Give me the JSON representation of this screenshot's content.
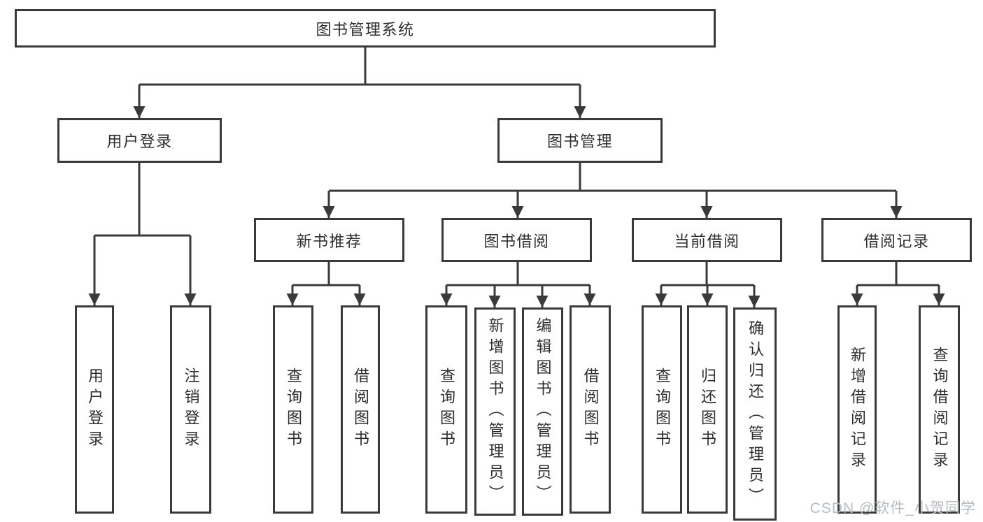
{
  "diagram": {
    "type": "hierarchy-tree",
    "colors": {
      "line": "#3a3a3a",
      "box_border": "#3a3a3a",
      "text": "#2e2e2e",
      "background": "#ffffff",
      "watermark_text": "#b7bcc3"
    }
  },
  "tree": {
    "label": "图书管理系统",
    "children": [
      {
        "label": "用户登录",
        "children": [
          {
            "label": "用户登录"
          },
          {
            "label": "注销登录"
          }
        ]
      },
      {
        "label": "图书管理",
        "children": [
          {
            "label": "新书推荐",
            "children": [
              {
                "label": "查询图书"
              },
              {
                "label": "借阅图书"
              }
            ]
          },
          {
            "label": "图书借阅",
            "children": [
              {
                "label": "查询图书"
              },
              {
                "label": "新增图书（管理员）"
              },
              {
                "label": "编辑图书（管理员）"
              },
              {
                "label": "借阅图书"
              }
            ]
          },
          {
            "label": "当前借阅",
            "children": [
              {
                "label": "查询图书"
              },
              {
                "label": "归还图书"
              },
              {
                "label": "确认归还（管理员）"
              }
            ]
          },
          {
            "label": "借阅记录",
            "children": [
              {
                "label": "新增借阅记录"
              },
              {
                "label": "查询借阅记录"
              }
            ]
          }
        ]
      }
    ]
  },
  "watermark": {
    "text": "CSDN @软件_小贺同学"
  }
}
